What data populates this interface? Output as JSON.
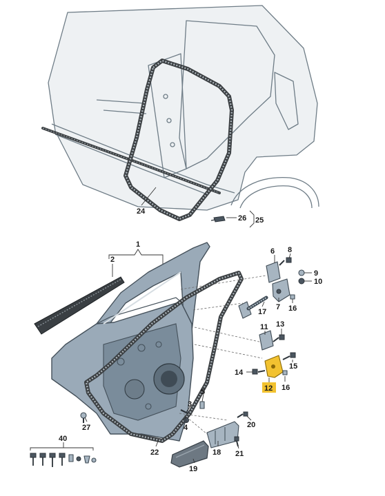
{
  "callouts": {
    "c1": "1",
    "c2": "2",
    "c3": "3",
    "c4": "4",
    "c5": "5",
    "c6": "6",
    "c7": "7",
    "c8": "8",
    "c9": "9",
    "c10": "10",
    "c11": "11",
    "c12": "12",
    "c13": "13",
    "c14": "14",
    "c15": "15",
    "c16": "16",
    "c16b": "16",
    "c17": "17",
    "c18": "18",
    "c19": "19",
    "c20": "20",
    "c21": "21",
    "c22": "22",
    "c24": "24",
    "c25": "25",
    "c26": "26",
    "c27": "27",
    "c40": "40"
  },
  "colors": {
    "highlight": "#f2c230",
    "door": "#9aaab8",
    "seal": "#3b3f42",
    "outline": "#6e7c86"
  }
}
